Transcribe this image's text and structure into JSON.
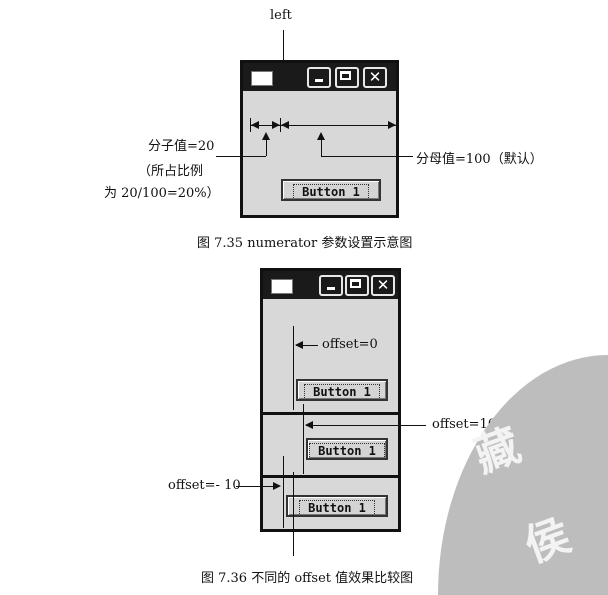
{
  "fig1": {
    "left_label": "left",
    "numerator_label": "分子值=20",
    "numerator_note1": "（所占比例",
    "numerator_note2": "为 20/100=20%）",
    "denominator_label": "分母值=100（默认）",
    "button_label": "Button 1",
    "caption": "图 7.35    numerator 参数设置示意图"
  },
  "fig2": {
    "offset0_label": "offset=0",
    "offset10_label": "offset=10",
    "offsetneg10_label": "offset=- 10",
    "button_label": "Button 1",
    "caption": "图 7.36   不同的 offset 值效果比较图"
  },
  "titlebar": {
    "close_glyph": "✕"
  },
  "watermark": {
    "char1": "藏",
    "char2": "侯"
  }
}
